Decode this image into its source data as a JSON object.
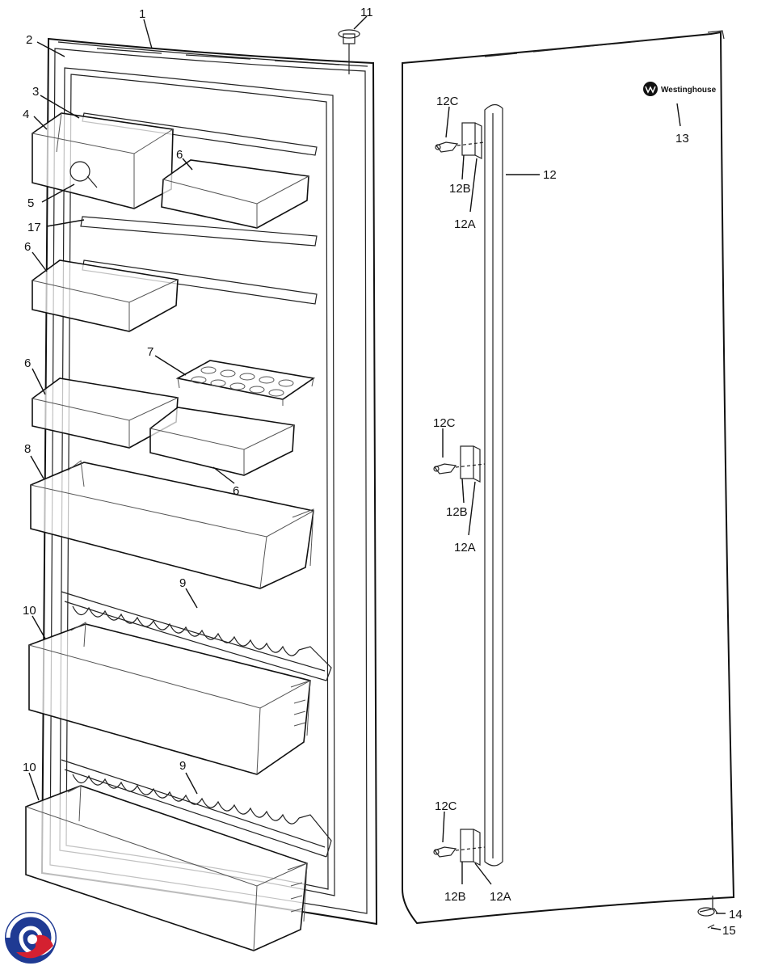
{
  "brand": {
    "name": "Westinghouse"
  },
  "labels": {
    "l1": "1",
    "l2": "2",
    "l3": "3",
    "l4": "4",
    "l5": "5",
    "l6a": "6",
    "l6b": "6",
    "l6c": "6",
    "l6d": "6",
    "l7": "7",
    "l8": "8",
    "l9a": "9",
    "l9b": "9",
    "l10a": "10",
    "l10b": "10",
    "l11": "11",
    "l12": "12",
    "l12c_top": "12C",
    "l12b_top": "12B",
    "l12a_top": "12A",
    "l12c_mid": "12C",
    "l12b_mid": "12B",
    "l12a_mid": "12A",
    "l12c_bot": "12C",
    "l12b_bot": "12B",
    "l12a_bot": "12A",
    "l13": "13",
    "l14": "14",
    "l15": "15",
    "l17": "17"
  },
  "colors": {
    "line": "#111111",
    "logo_blue": "#1f3a93",
    "logo_red": "#d42030"
  },
  "icons": {
    "corner_logo": "swirl-logo-icon",
    "brand_logo": "westinghouse-logo-icon"
  }
}
